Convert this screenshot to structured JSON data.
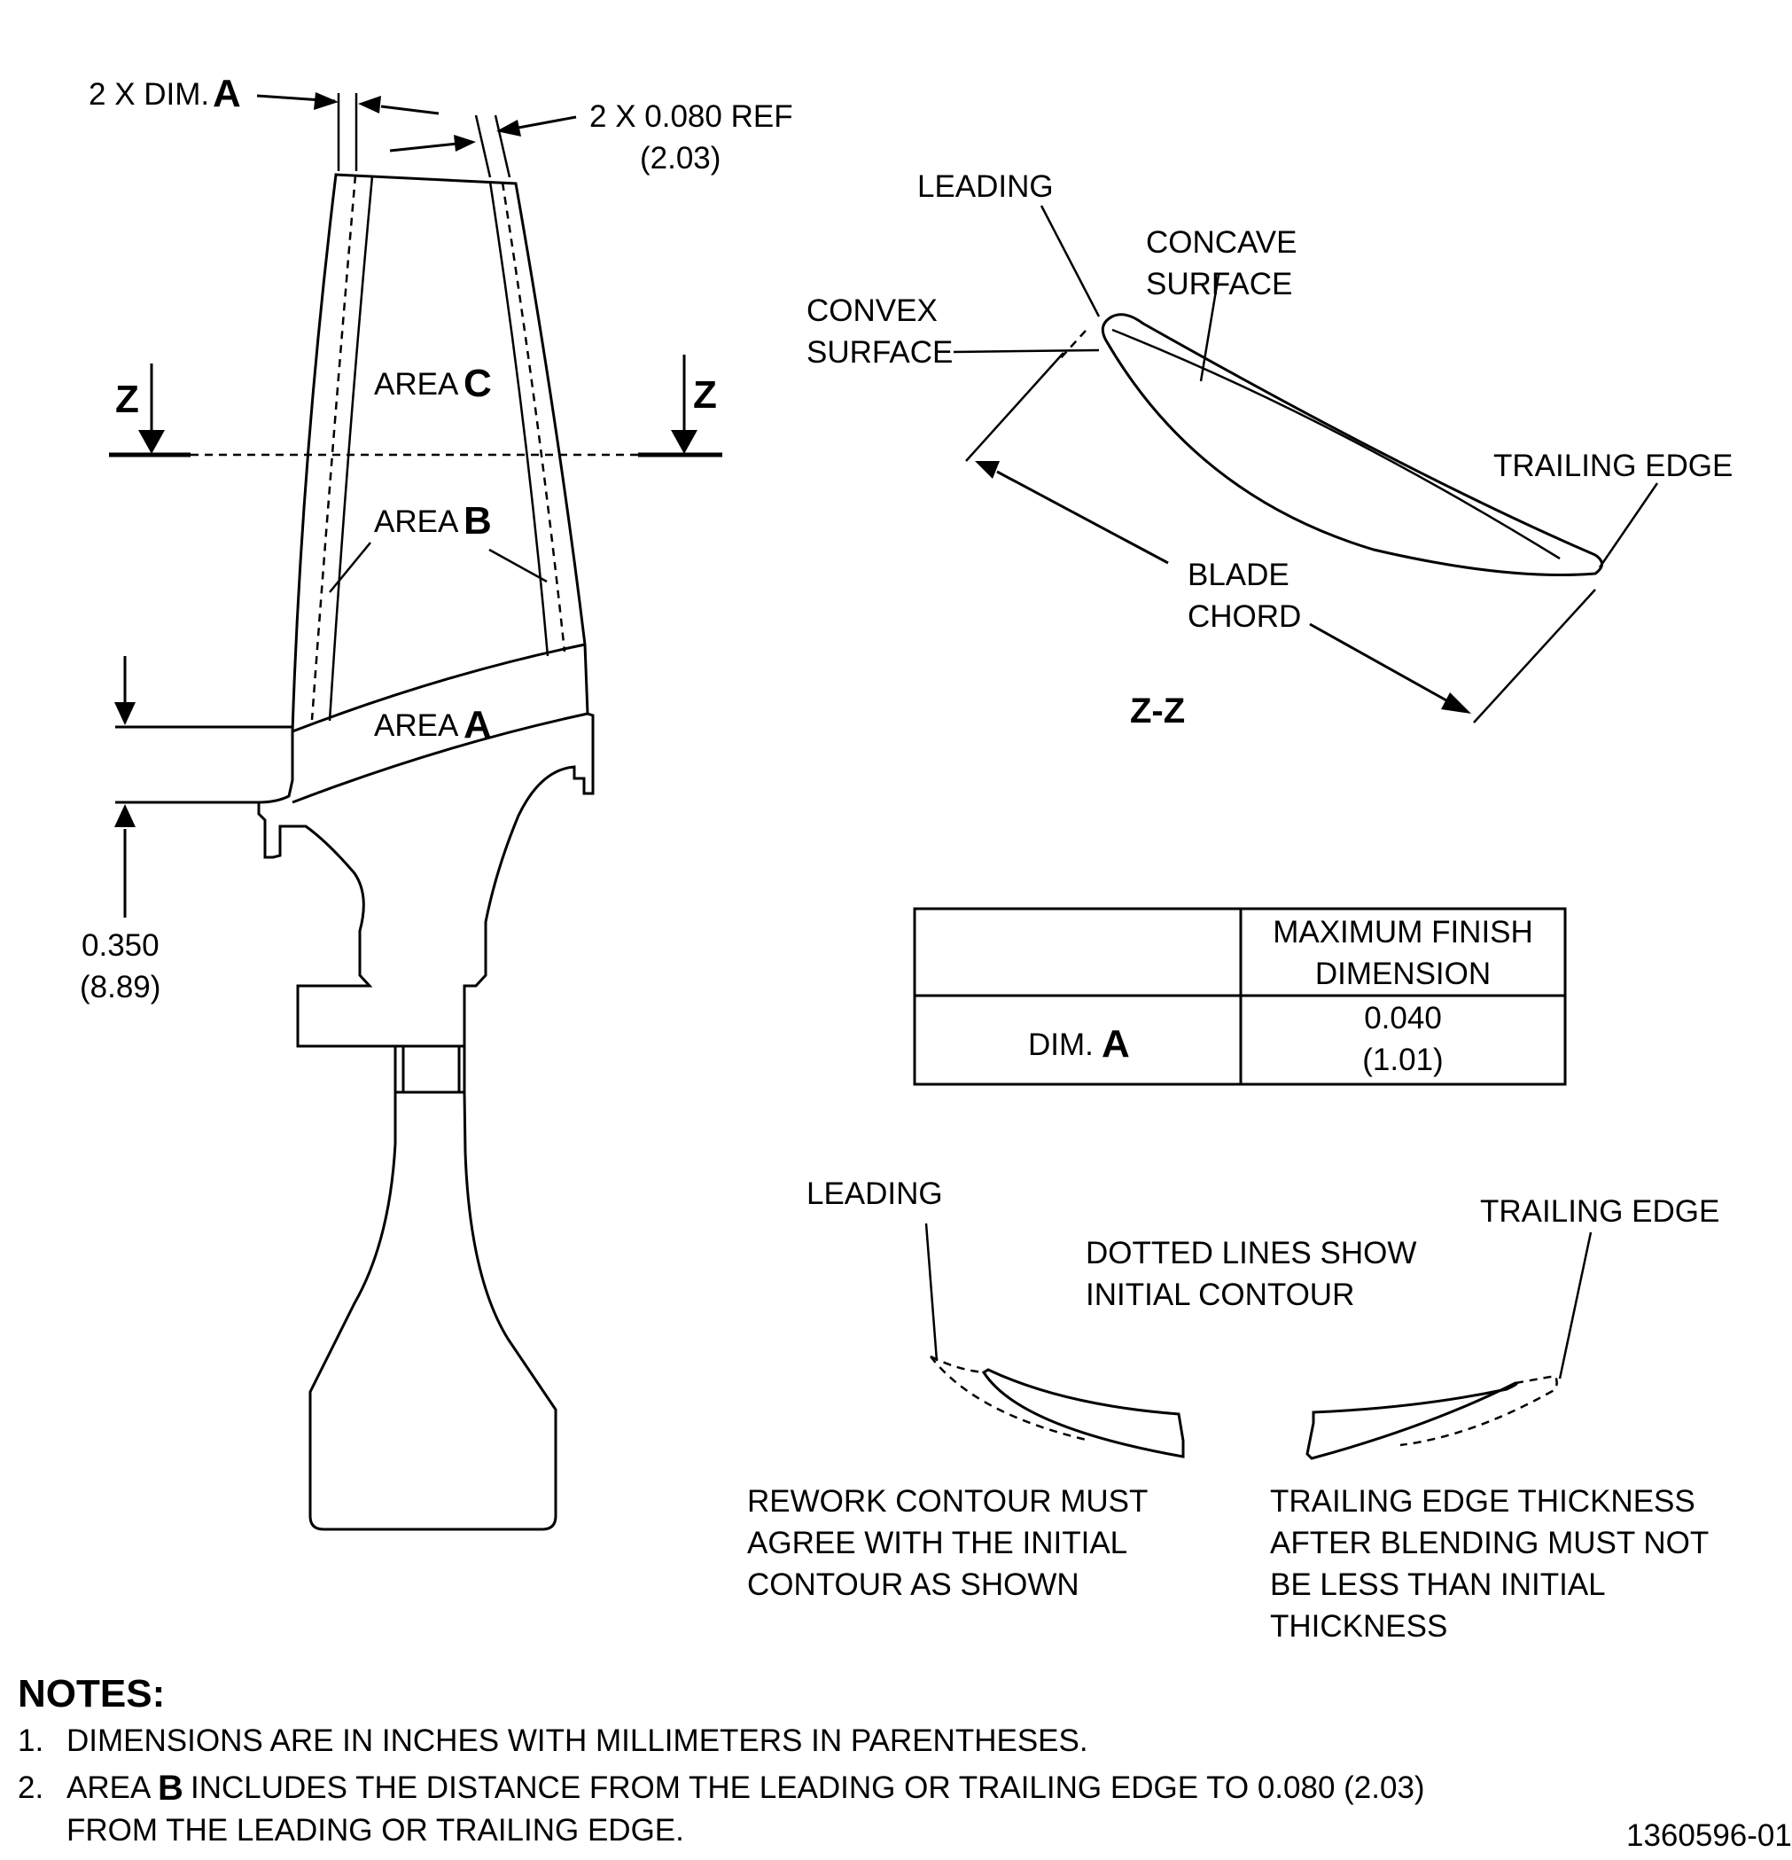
{
  "blade_view": {
    "dim_a_label": "2 X DIM.",
    "dim_a_letter": "A",
    "ref_label": "2 X 0.080 REF",
    "ref_mm": "(2.03)",
    "section_letter_left": "Z",
    "section_letter_right": "Z",
    "area_c_text": "AREA",
    "area_c_letter": "C",
    "area_b_text": "AREA",
    "area_b_letter": "B",
    "area_a_text": "AREA",
    "area_a_letter": "A",
    "height_in": "0.350",
    "height_mm": "(8.89)"
  },
  "section_zz": {
    "leading": "LEADING",
    "concave_1": "CONCAVE",
    "concave_2": "SURFACE",
    "convex_1": "CONVEX",
    "convex_2": "SURFACE",
    "trailing": "TRAILING EDGE",
    "chord_1": "BLADE",
    "chord_2": "CHORD",
    "title": "Z-Z"
  },
  "table": {
    "header_1": "MAXIMUM FINISH",
    "header_2": "DIMENSION",
    "row_label": "DIM.",
    "row_letter": "A",
    "value_in": "0.040",
    "value_mm": "(1.01)"
  },
  "contour_detail": {
    "leading": "LEADING",
    "trailing": "TRAILING EDGE",
    "dotted_1": "DOTTED LINES SHOW",
    "dotted_2": "INITIAL CONTOUR",
    "left_note_1": "REWORK CONTOUR MUST",
    "left_note_2": "AGREE WITH THE INITIAL",
    "left_note_3": "CONTOUR AS SHOWN",
    "right_note_1": "TRAILING EDGE THICKNESS",
    "right_note_2": "AFTER BLENDING MUST NOT",
    "right_note_3": "BE LESS THAN INITIAL",
    "right_note_4": "THICKNESS"
  },
  "notes": {
    "heading": "NOTES:",
    "n1_num": "1.",
    "n1_text": "DIMENSIONS ARE IN INCHES WITH MILLIMETERS IN PARENTHESES.",
    "n2_num": "2.",
    "n2_a": "AREA",
    "n2_letter": "B",
    "n2_b": "INCLUDES THE DISTANCE FROM THE LEADING OR TRAILING EDGE TO 0.080 (2.03)",
    "n2_c": "FROM THE LEADING OR TRAILING EDGE."
  },
  "figure_id": "1360596-01"
}
